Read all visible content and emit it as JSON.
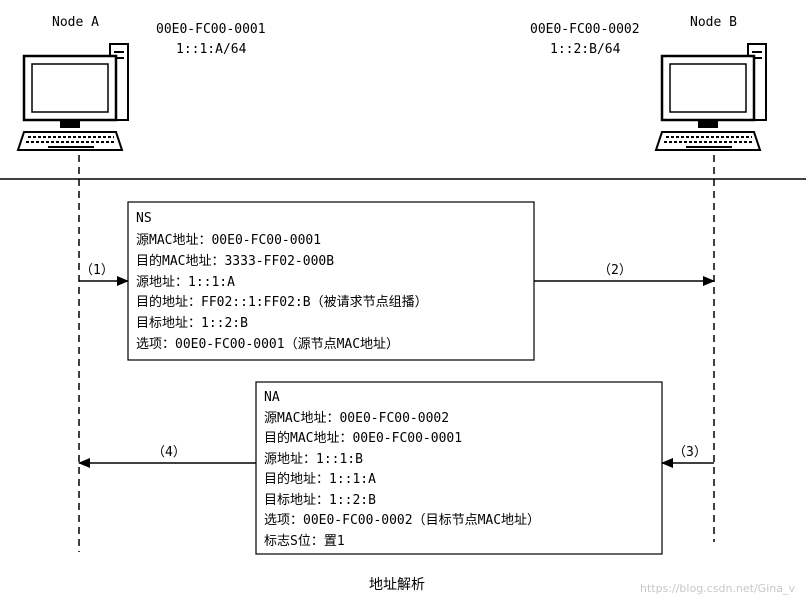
{
  "node_a": {
    "name": "Node A",
    "mac": "00E0-FC00-0001",
    "ip": "1::1:A/64"
  },
  "node_b": {
    "name": "Node B",
    "mac": "00E0-FC00-0002",
    "ip": "1::2:B/64"
  },
  "ns_box": {
    "title": "NS",
    "lines": [
      "源MAC地址：00E0-FC00-0001",
      "目的MAC地址：3333-FF02-000B",
      "源地址：1::1:A",
      "目的地址：FF02::1:FF02:B（被请求节点组播）",
      "目标地址：1::2:B",
      "选项：00E0-FC00-0001（源节点MAC地址）"
    ]
  },
  "na_box": {
    "title": "NA",
    "lines": [
      "源MAC地址：00E0-FC00-0002",
      "目的MAC地址：00E0-FC00-0001",
      "源地址：1::1:B",
      "目的地址：1::1:A",
      "目标地址：1::2:B",
      "选项：00E0-FC00-0002（目标节点MAC地址）",
      "标志S位：置1"
    ]
  },
  "steps": {
    "s1": "（1）",
    "s2": "（2）",
    "s3": "（3）",
    "s4": "（4）"
  },
  "caption": "地址解析",
  "watermark": "https://blog.csdn.net/Gina_v"
}
